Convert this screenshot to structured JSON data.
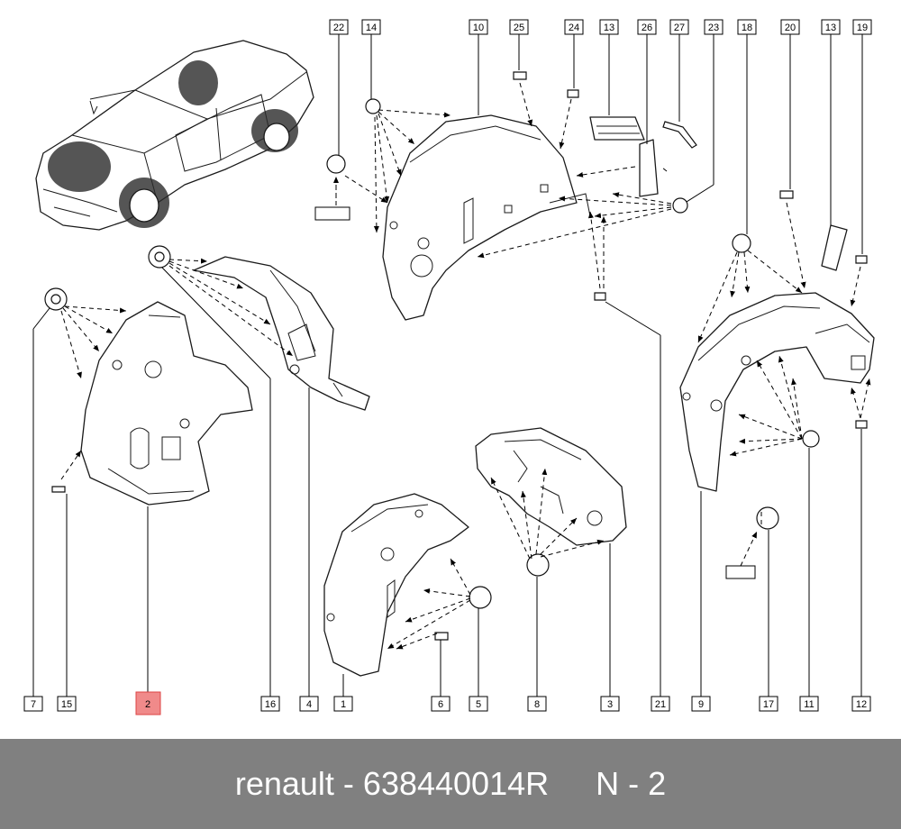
{
  "callouts": {
    "c22": "22",
    "c14": "14",
    "c10": "10",
    "c25": "25",
    "c24": "24",
    "c13a": "13",
    "c26": "26",
    "c27": "27",
    "c23": "23",
    "c18": "18",
    "c20": "20",
    "c13b": "13",
    "c19": "19",
    "c7": "7",
    "c15": "15",
    "c2": "2",
    "c16": "16",
    "c4": "4",
    "c1": "1",
    "c6": "6",
    "c5": "5",
    "c8": "8",
    "c3": "3",
    "c21": "21",
    "c9": "9",
    "c17": "17",
    "c11": "11",
    "c12": "12"
  },
  "highlight_color": "#f08a8a",
  "footer": {
    "brand_part": "renault - 638440014R",
    "page": "N - 2"
  }
}
